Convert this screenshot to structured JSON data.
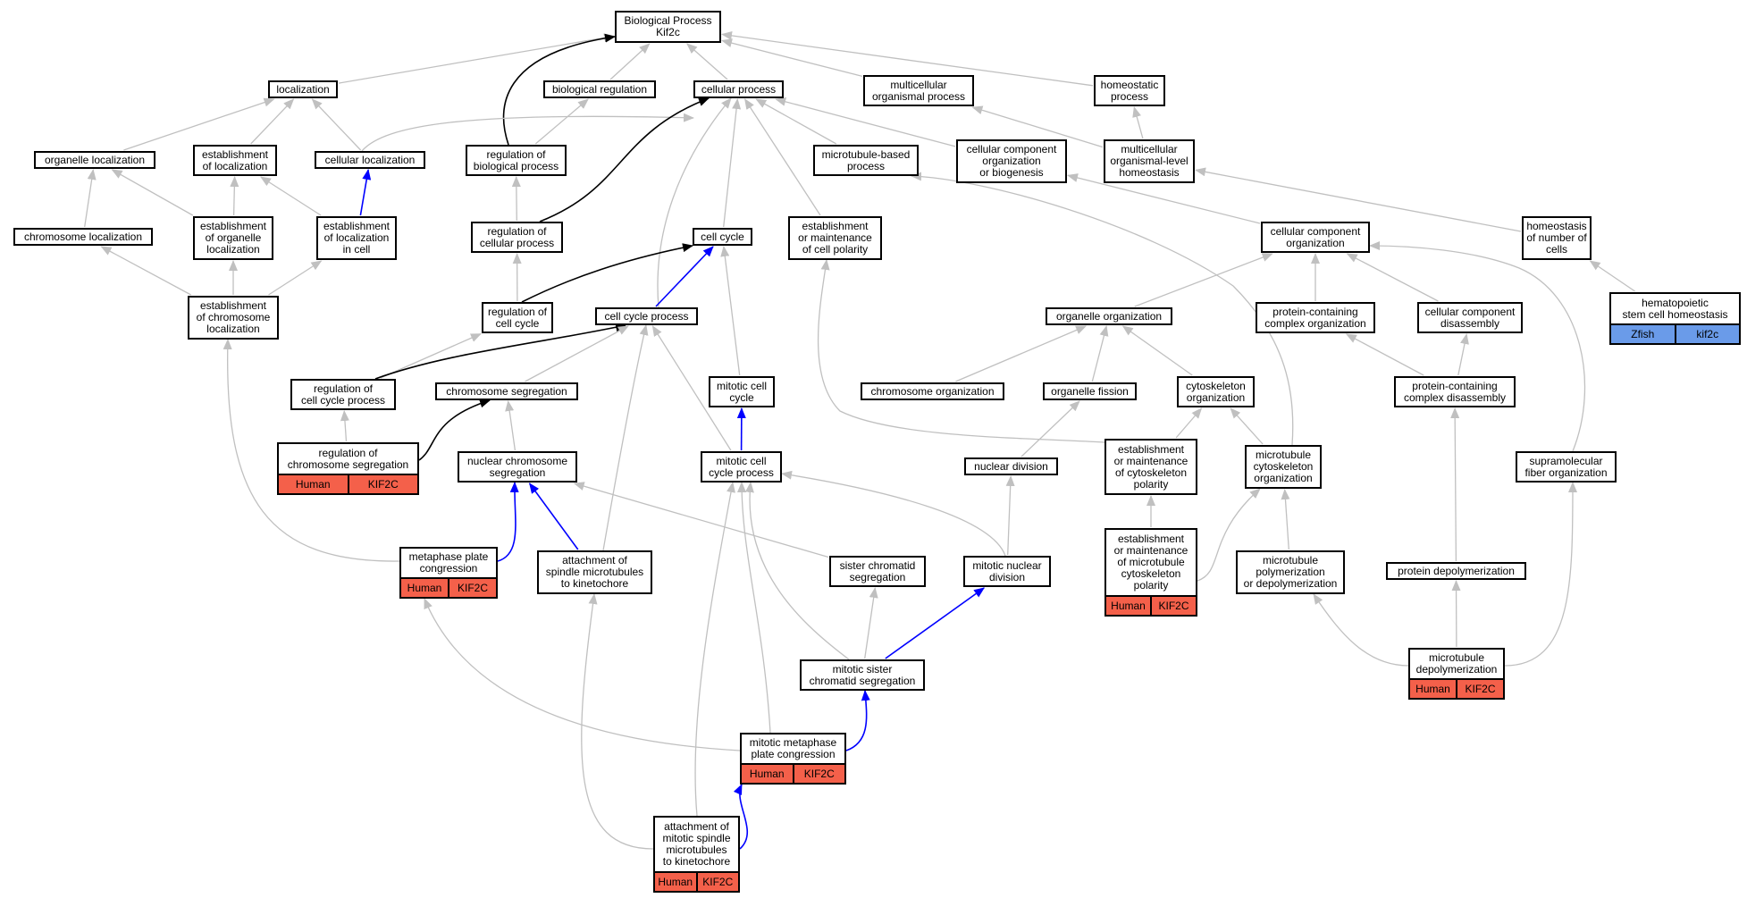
{
  "colors": {
    "human": "#f4604a",
    "zfish": "#6a9be9",
    "gray_edge": "#c0c0c0",
    "blue_edge": "#0000ff",
    "black_edge": "#000000"
  },
  "nodes": {
    "bp": {
      "label": "Biological Process\nKif2c"
    },
    "localization": {
      "label": "localization"
    },
    "biological-regulation": {
      "label": "biological regulation"
    },
    "cellular-process": {
      "label": "cellular process"
    },
    "multicellular-organismal-process": {
      "label": "multicellular\norganismal process"
    },
    "homeostatic-process": {
      "label": "homeostatic\nprocess"
    },
    "organelle-localization": {
      "label": "organelle localization"
    },
    "establishment-of-localization": {
      "label": "establishment\nof localization"
    },
    "cellular-localization": {
      "label": "cellular localization"
    },
    "regulation-of-biological-process": {
      "label": "regulation of\nbiological process"
    },
    "microtubule-based-process": {
      "label": "microtubule-based\nprocess"
    },
    "cellular-component-organization-or-biogenesis": {
      "label": "cellular component\norganization\nor biogenesis"
    },
    "multicellular-organismal-level-homeostasis": {
      "label": "multicellular\norganismal-level\nhomeostasis"
    },
    "chromosome-localization": {
      "label": "chromosome localization"
    },
    "establishment-of-organelle-localization": {
      "label": "establishment\nof organelle\nlocalization"
    },
    "establishment-of-localization-in-cell": {
      "label": "establishment\nof localization\nin cell"
    },
    "regulation-of-cellular-process": {
      "label": "regulation of\ncellular process"
    },
    "cell-cycle": {
      "label": "cell cycle"
    },
    "establishment-or-maintenance-of-cell-polarity": {
      "label": "establishment\nor maintenance\nof cell polarity"
    },
    "cellular-component-organization": {
      "label": "cellular component\norganization"
    },
    "homeostasis-of-number-of-cells": {
      "label": "homeostasis\nof number of\ncells"
    },
    "establishment-of-chromosome-localization": {
      "label": "establishment\nof chromosome\nlocalization"
    },
    "regulation-of-cell-cycle": {
      "label": "regulation of\ncell cycle"
    },
    "cell-cycle-process": {
      "label": "cell cycle process"
    },
    "organelle-organization": {
      "label": "organelle organization"
    },
    "protein-containing-complex-organization": {
      "label": "protein-containing\ncomplex organization"
    },
    "cellular-component-disassembly": {
      "label": "cellular component\ndisassembly"
    },
    "hematopoietic-stem-cell-homeostasis": {
      "label": "hematopoietic\nstem cell homeostasis",
      "annotations": [
        {
          "text": "Zfish",
          "color": "#6a9be9"
        },
        {
          "text": "kif2c",
          "color": "#6a9be9"
        }
      ]
    },
    "regulation-of-cell-cycle-process": {
      "label": "regulation of\ncell cycle process"
    },
    "chromosome-segregation": {
      "label": "chromosome segregation"
    },
    "mitotic-cell-cycle": {
      "label": "mitotic cell\ncycle"
    },
    "chromosome-organization": {
      "label": "chromosome organization"
    },
    "organelle-fission": {
      "label": "organelle fission"
    },
    "cytoskeleton-organization": {
      "label": "cytoskeleton\norganization"
    },
    "protein-containing-complex-disassembly": {
      "label": "protein-containing\ncomplex disassembly"
    },
    "regulation-of-chromosome-segregation": {
      "label": "regulation of\nchromosome segregation",
      "annotations": [
        {
          "text": "Human",
          "color": "#f4604a"
        },
        {
          "text": "KIF2C",
          "color": "#f4604a"
        }
      ]
    },
    "nuclear-chromosome-segregation": {
      "label": "nuclear chromosome\nsegregation"
    },
    "mitotic-cell-cycle-process": {
      "label": "mitotic cell\ncycle process"
    },
    "nuclear-division": {
      "label": "nuclear division"
    },
    "establishment-or-maintenance-of-cytoskeleton-polarity": {
      "label": "establishment\nor maintenance\nof cytoskeleton\npolarity"
    },
    "microtubule-cytoskeleton-organization": {
      "label": "microtubule\ncytoskeleton\norganization"
    },
    "supramolecular-fiber-organization": {
      "label": "supramolecular\nfiber organization"
    },
    "metaphase-plate-congression": {
      "label": "metaphase plate\ncongression",
      "annotations": [
        {
          "text": "Human",
          "color": "#f4604a"
        },
        {
          "text": "KIF2C",
          "color": "#f4604a"
        }
      ]
    },
    "attachment-of-spindle-microtubules-to-kinetochore": {
      "label": "attachment of\nspindle microtubules\nto kinetochore"
    },
    "sister-chromatid-segregation": {
      "label": "sister chromatid\nsegregation"
    },
    "mitotic-nuclear-division": {
      "label": "mitotic nuclear\ndivision"
    },
    "establishment-or-maintenance-of-microtubule-cytoskeleton-polarity": {
      "label": "establishment\nor maintenance\nof microtubule\ncytoskeleton\npolarity",
      "annotations": [
        {
          "text": "Human",
          "color": "#f4604a"
        },
        {
          "text": "KIF2C",
          "color": "#f4604a"
        }
      ]
    },
    "microtubule-polymerization-or-depolymerization": {
      "label": "microtubule\npolymerization\nor depolymerization"
    },
    "protein-depolymerization": {
      "label": "protein depolymerization"
    },
    "mitotic-sister-chromatid-segregation": {
      "label": "mitotic sister\nchromatid segregation"
    },
    "microtubule-depolymerization": {
      "label": "microtubule\ndepolymerization",
      "annotations": [
        {
          "text": "Human",
          "color": "#f4604a"
        },
        {
          "text": "KIF2C",
          "color": "#f4604a"
        }
      ]
    },
    "mitotic-metaphase-plate-congression": {
      "label": "mitotic metaphase\nplate congression",
      "annotations": [
        {
          "text": "Human",
          "color": "#f4604a"
        },
        {
          "text": "KIF2C",
          "color": "#f4604a"
        }
      ]
    },
    "attachment-of-mitotic-spindle-microtubules-to-kinetochore": {
      "label": "attachment of\nmitotic spindle\nmicrotubules\nto kinetochore",
      "annotations": [
        {
          "text": "Human",
          "color": "#f4604a"
        },
        {
          "text": "KIF2C",
          "color": "#f4604a"
        }
      ]
    }
  }
}
